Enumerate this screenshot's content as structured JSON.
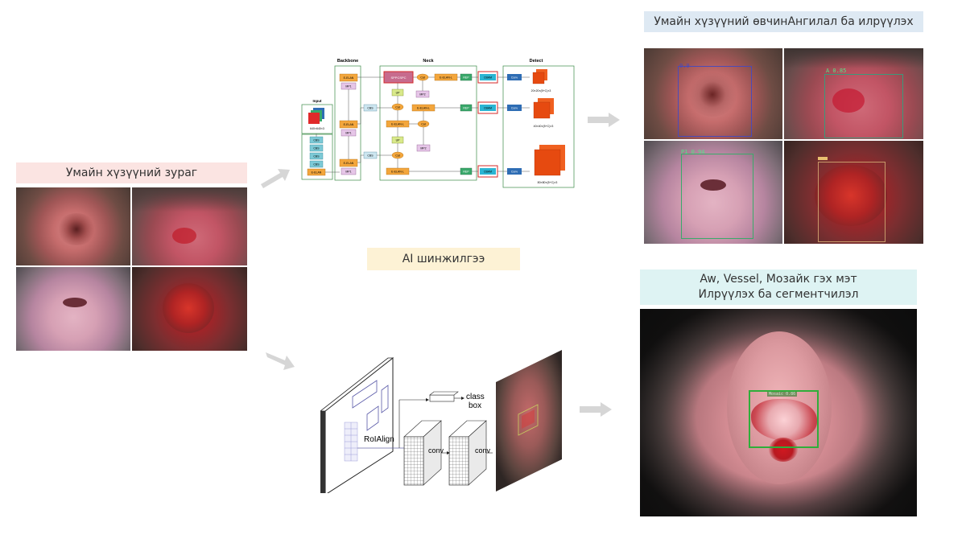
{
  "labels": {
    "input": "Умайн хүзүүний зураг",
    "ai": "AI шинжилгээ",
    "classification": "Умайн хүзүүний өвчинАнгилал ба илрүүлэх",
    "segmentation_line1": "Aw, Vessel, Мозайк гэх мэт",
    "segmentation_line2": "Илрүүлэх ба сегментчилэл"
  },
  "yolo": {
    "backbone": "Backbone",
    "neck": "Neck",
    "detect": "Detect",
    "input": "Input",
    "input_dim": "640×640×3",
    "cbs": "CBS",
    "elan": "E-ELAN",
    "mp1": "MP1",
    "mp2": "MP2",
    "sppcspc": "SPPCSPC",
    "elan_l": "E-ELAN-L",
    "cat": "Cat",
    "up": "UP",
    "rep": "REP",
    "cbam": "CBAM",
    "conv": "Conv",
    "out1": "20×20×(5+C)×3",
    "out2": "40×40×(5+C)×3",
    "out3": "80×80×(5+C)×3"
  },
  "mask": {
    "roialign": "RoIAlign",
    "conv1": "conv",
    "conv2": "conv",
    "class": "class",
    "box": "box"
  },
  "detections": {
    "d1": "0.9",
    "d2": "A 0.85",
    "d3": "P1 0.94",
    "d4": "",
    "seg": "Mosaic 0.86"
  },
  "colors": {
    "input_bg": "#fbe4e2",
    "ai_bg": "#fdf2d5",
    "cls_bg": "#dee9f3",
    "seg_bg": "#def3f3",
    "arrow": "#d6d6d6",
    "elan": "#f3a63c",
    "cbam": "#2bb5d3",
    "conv": "#2e6db4",
    "rep": "#3aa86b",
    "sppcspc": "#c76b8d"
  }
}
